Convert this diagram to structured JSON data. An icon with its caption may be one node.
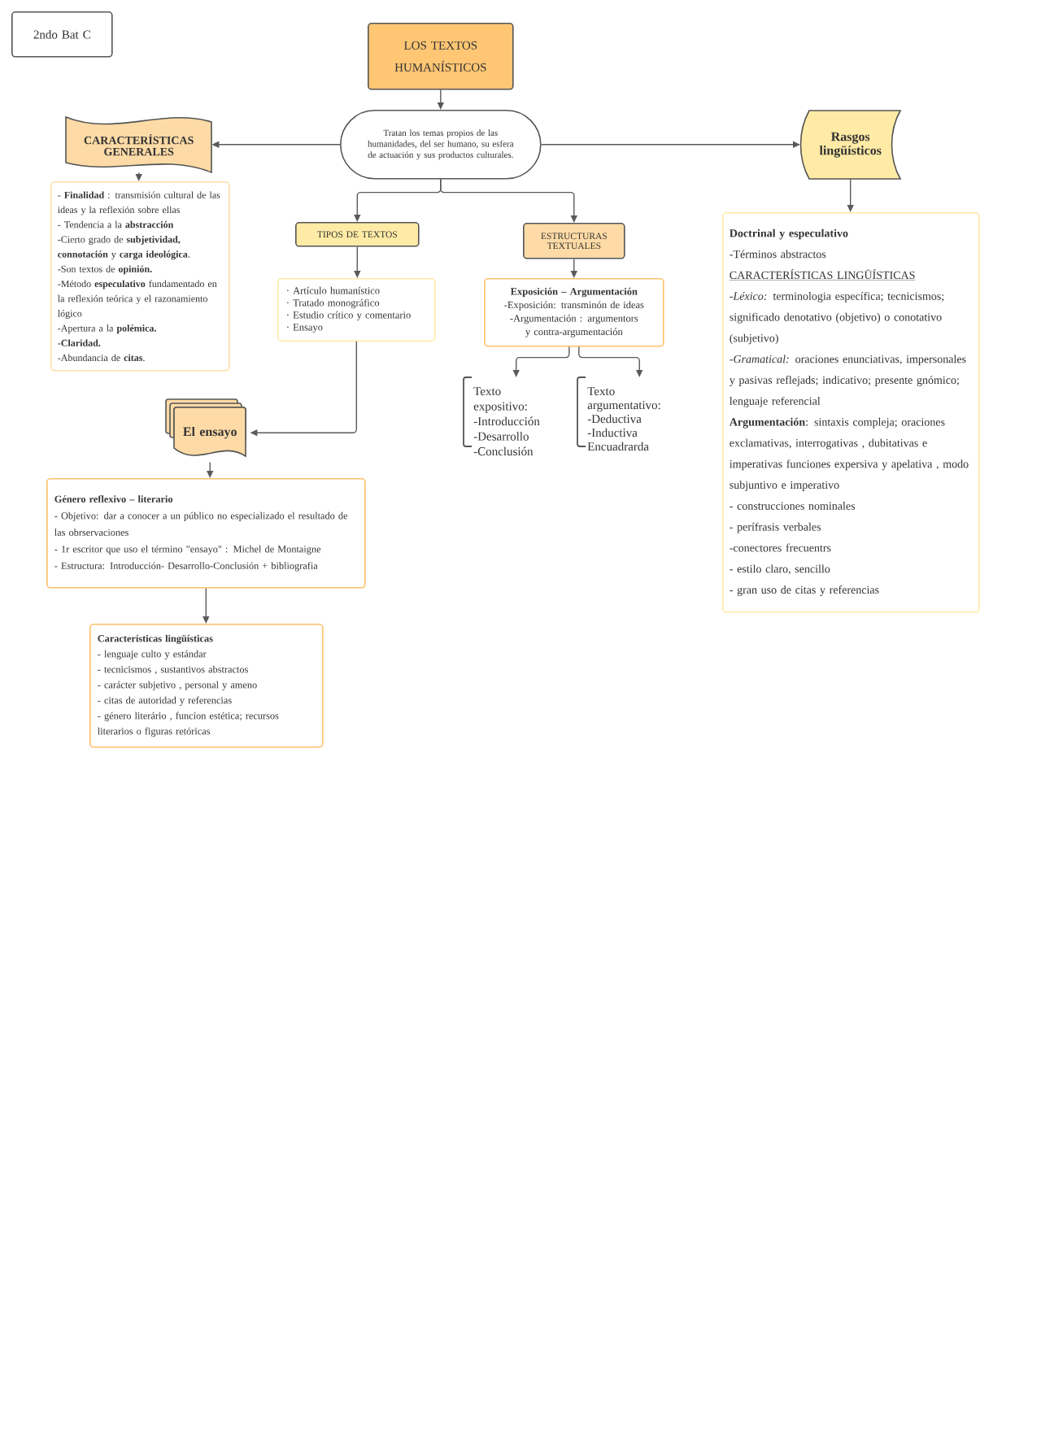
{
  "diagram": {
    "nodes": [
      {
        "text": [
          "2ndo Bat C"
        ]
      },
      {
        "text": [
          "LOS TEXTOS HUMANÍSTICOS"
        ]
      },
      {
        "text": [
          "Tratan los temas propios de las humanidades, del ser humano, su esfera de actuación y sus productos culturales."
        ]
      },
      {
        "text": [
          "CARACTERÍSTICAS GENERALES"
        ]
      },
      {
        "text": [
          "- **Finalidad** : transmisión cultural de las ideas y la reflexión sobre ellas",
          "- Tendencia a la **abstracción**",
          "-Cierto grado de **subjetividad, connotación** y **carga ideológica**.",
          "-Son textos de **opinión.**",
          "-Método **especulativo** fundamentado en la reflexión teórica y el razonamiento lógico",
          "-Apertura a la **polémica.**",
          "**-Claridad.**",
          "-Abundancia de **citas**."
        ]
      },
      {
        "text": [
          "Rasgos lingüísticos"
        ]
      },
      {
        "text": [
          "Doctrinal y especulativo",
          "-Términos abstractos",
          "CARACTERÍSTICAS LINGÜÍSTICAS",
          "-*Léxico:* terminologia específica; tecnicismos; significado denotativo (objetivo) o conotativo (subjetivo)",
          "-*Gramatical:* oraciones enunciativas, impersonales y pasivas reflejads; indicativo; presente gnómico; lenguaje referencial",
          "**Argumentación**: sintaxis compleja; oraciones exclamativas, interrogativas , dubitativas e imperativas funciones expersiva y apelativa , modo subjuntivo e imperativo",
          "- construcciones nominales",
          "- perífrasis verbales",
          "-conectores frecuentrs",
          "- estilo claro, sencillo",
          "- gran uso de citas y referencias"
        ]
      },
      {
        "text": [
          "TIPOS DE TEXTOS"
        ]
      },
      {
        "text": [
          "ESTRUCTURAS TEXTUALES"
        ]
      },
      {
        "text": [
          "· Artículo humanístico",
          "· Tratado monográfico",
          "· Estudio crítico y comentario",
          "· Ensayo"
        ]
      },
      {
        "text": [
          "Exposición – Argumentación",
          "-Exposición: transminón de ideas",
          "-Argumentación : argumentors y contra-argumentación"
        ]
      },
      {
        "text": [
          "Texto expositivo:",
          "-Introducción",
          "-Desarrollo",
          "-Conclusión"
        ]
      },
      {
        "text": [
          "Texto argumentativo:",
          "-Deductiva",
          "-Inductiva",
          "Encuadrarda"
        ]
      },
      {
        "text": [
          "El ensayo"
        ]
      },
      {
        "text": [
          "Género reflexivo – literario",
          "- Objetivo: dar a conocer a un público no especializado el resultado de las obrservaciones",
          "- 1r escritor que uso el término \"ensayo\" : Michel de Montaigne",
          "- Estructura: Introducción- Desarrollo-Conclusión + bibliografia"
        ]
      },
      {
        "text": [
          "Características lingüísticas",
          "- lenguaje culto y estándar",
          "- tecnicismos , sustantivos abstractos",
          "- carácter subjetivo , personal y ameno",
          "- citas de autoridad y referencias",
          "- género literário , funcíon estética; recursos literarios o figuras retóricas"
        ]
      }
    ],
    "edges": [
      {
        "from": 1,
        "to": 2,
        "arrow": "to"
      },
      {
        "from": 2,
        "to": 3,
        "arrow": "to"
      },
      {
        "from": 2,
        "to": 5,
        "arrow": "to"
      },
      {
        "from": 3,
        "to": 4,
        "arrow": "to"
      },
      {
        "from": 5,
        "to": 6,
        "arrow": "to"
      },
      {
        "from": 2,
        "to": 7,
        "arrow": "to"
      },
      {
        "from": 2,
        "to": 8,
        "arrow": "to"
      },
      {
        "from": 7,
        "to": 9,
        "arrow": "to"
      },
      {
        "from": 8,
        "to": 10,
        "arrow": "to"
      },
      {
        "from": 10,
        "to": 11,
        "arrow": "to"
      },
      {
        "from": 10,
        "to": 12,
        "arrow": "to"
      },
      {
        "from": 9,
        "to": 13,
        "arrow": "to"
      },
      {
        "from": 13,
        "to": 14,
        "arrow": "to"
      },
      {
        "from": 14,
        "to": 15,
        "arrow": "to"
      }
    ]
  }
}
